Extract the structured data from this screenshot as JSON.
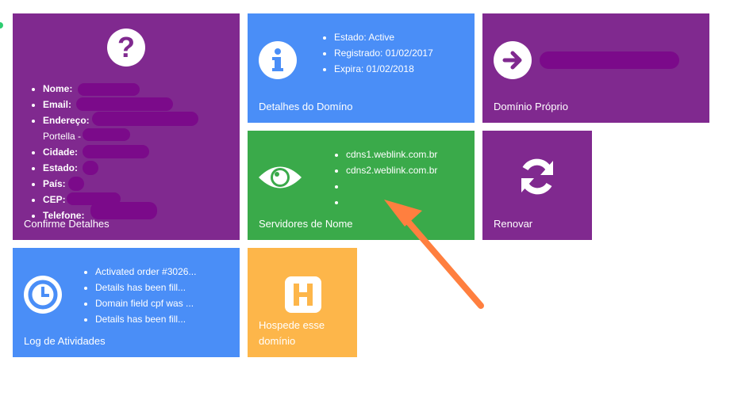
{
  "tiles": {
    "confirm": {
      "title": "Confirme Detalhes",
      "fields": [
        {
          "label": "Nome:",
          "value": ""
        },
        {
          "label": "Email:",
          "value": ""
        },
        {
          "label": "Endereço:",
          "value": ""
        },
        {
          "label": "",
          "value": "Portella -"
        },
        {
          "label": "Cidade:",
          "value": ""
        },
        {
          "label": "Estado:",
          "value": ""
        },
        {
          "label": "País:",
          "value": ""
        },
        {
          "label": "CEP:",
          "value": ""
        },
        {
          "label": "Telefone:",
          "value": ""
        }
      ],
      "icon": "question-icon"
    },
    "domain_details": {
      "title": "Detalhes do Domíno",
      "items": [
        "Estado: Active",
        "Registrado: 01/02/2017",
        "Expira: 01/02/2018"
      ],
      "icon": "info-icon"
    },
    "own_domain": {
      "title": "Domínio Próprio",
      "icon": "arrow-right-icon"
    },
    "nameservers": {
      "title": "Servidores de Nome",
      "items": [
        "cdns1.weblink.com.br",
        "cdns2.weblink.com.br",
        "",
        ""
      ],
      "icon": "eye-icon"
    },
    "renew": {
      "title": "Renovar",
      "icon": "refresh-icon"
    },
    "activity": {
      "title": "Log de Atividades",
      "items": [
        "Activated order #3026...",
        "Details has been fill...",
        "Domain field cpf was ...",
        "Details has been fill..."
      ],
      "icon": "clock-icon"
    },
    "hosting": {
      "title": "Hospede esse domínio",
      "icon": "hosting-h-icon"
    }
  },
  "colors": {
    "purple": "#80298F",
    "blue": "#4A8EF7",
    "green": "#3AAA4A",
    "orange": "#FDB64A",
    "annotation_arrow": "#FF7F3F",
    "redaction": "#7B0A8A"
  }
}
